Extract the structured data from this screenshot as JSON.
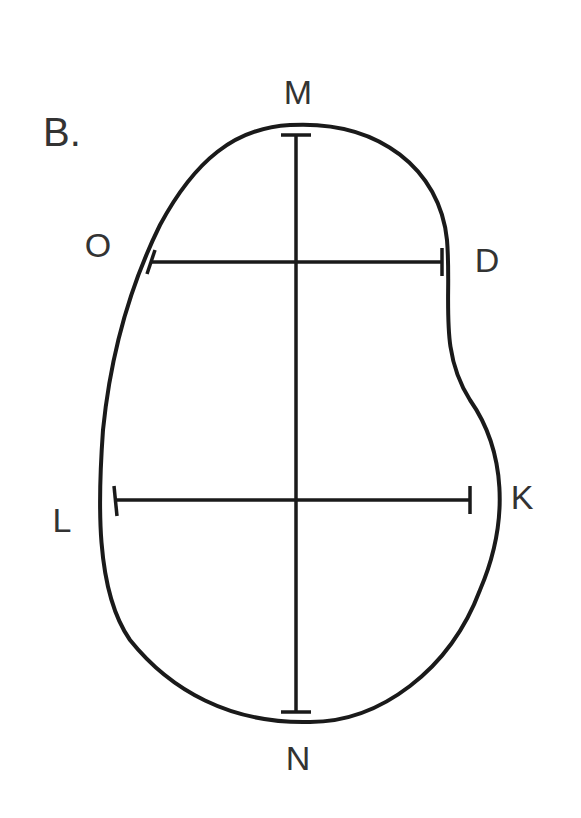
{
  "diagram": {
    "labels": [
      "B.",
      "M",
      "O",
      "D",
      "L",
      "K",
      "N"
    ]
  }
}
